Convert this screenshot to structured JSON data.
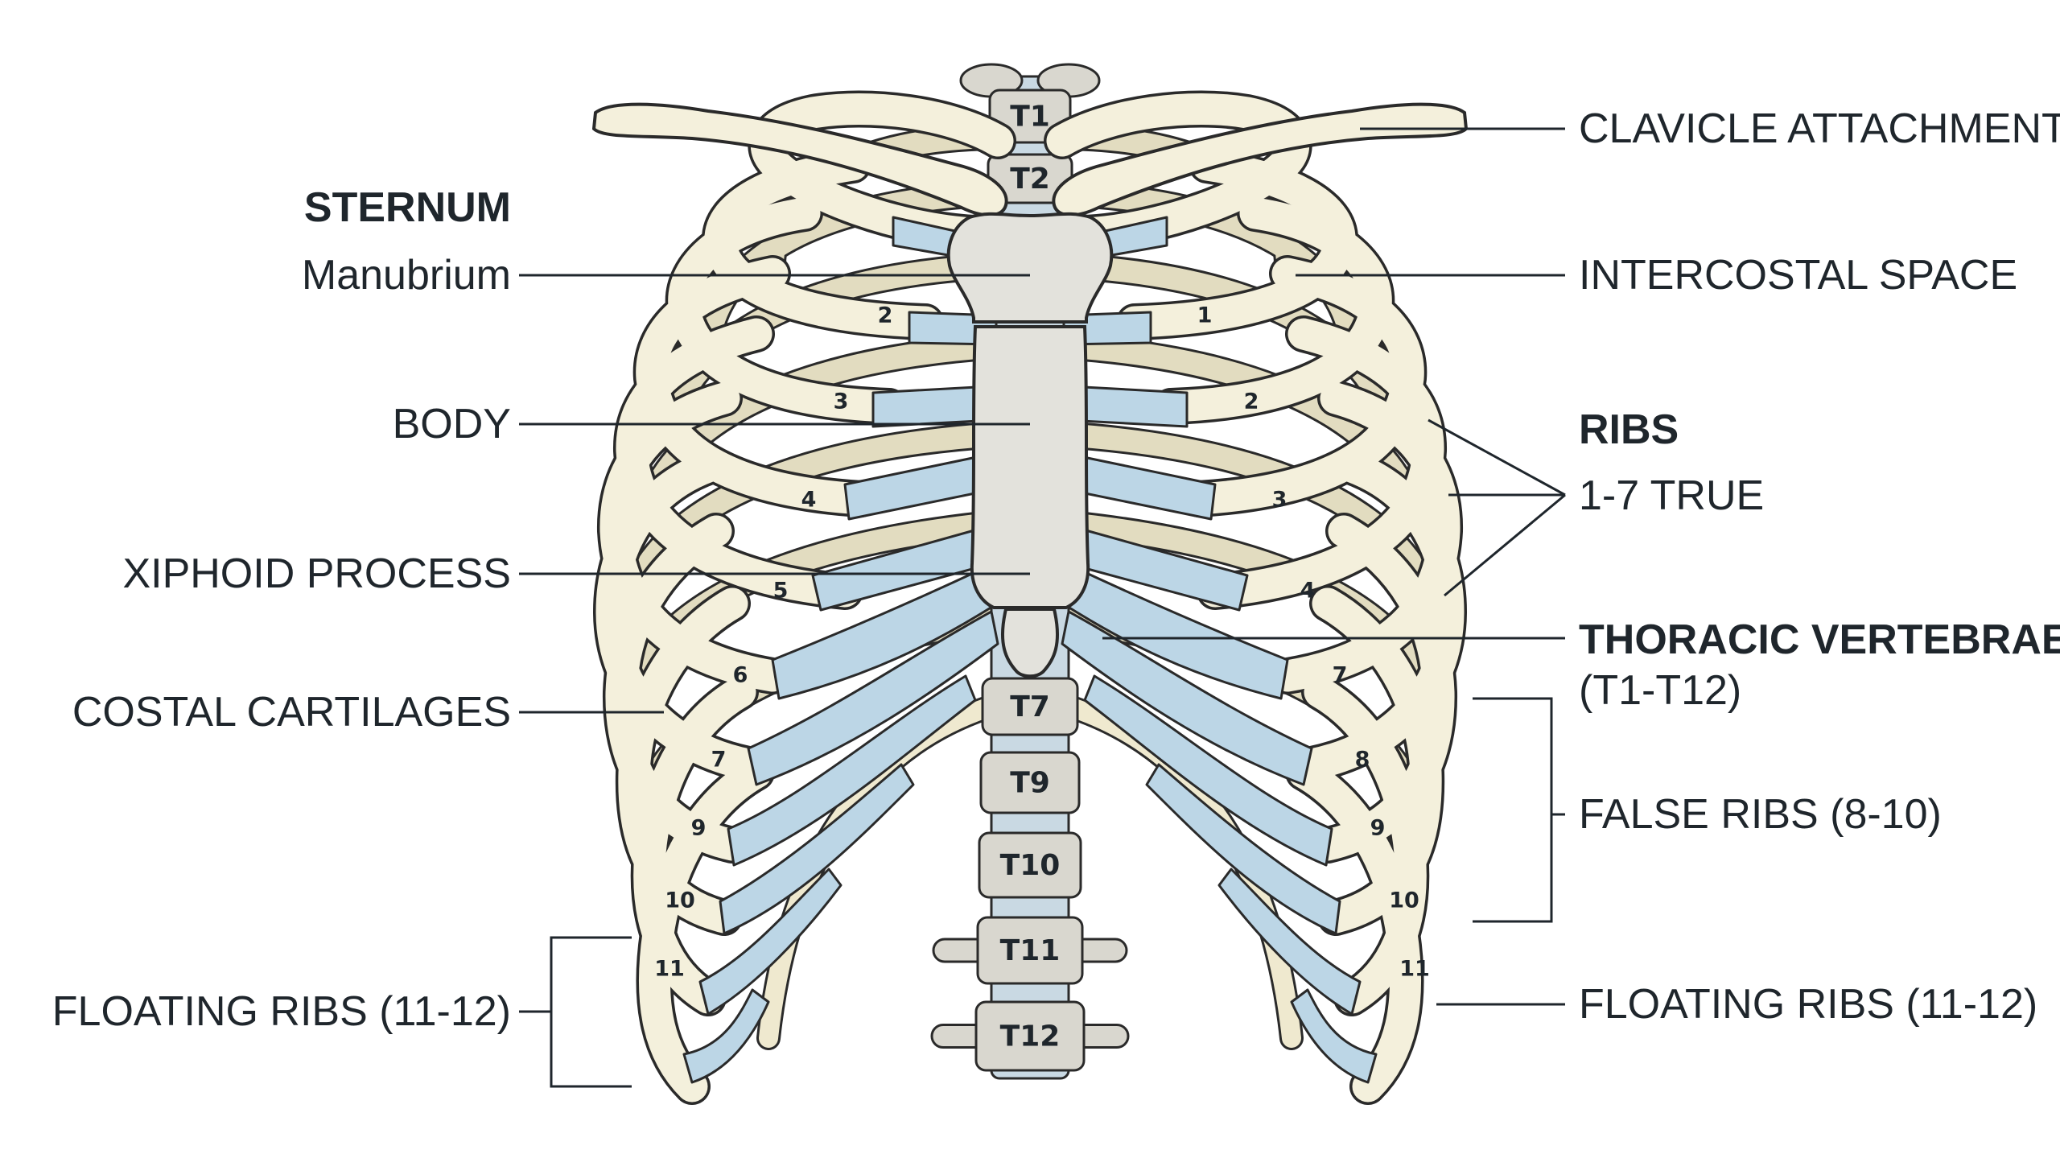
{
  "labels_left": {
    "sternum": "STERNUM",
    "manubrium": "Manubrium",
    "body": "BODY",
    "xiphoid": "XIPHOID PROCESS",
    "costal": "COSTAL CARTILAGES",
    "floating": "FLOATING RIBS (11-12)"
  },
  "labels_right": {
    "clavicle": "CLAVICLE ATTACHMENT",
    "intercostal": "INTERCOSTAL SPACE",
    "ribs": "RIBS",
    "true_ribs": "1-7 TRUE",
    "thoracic": "THORACIC VERTEBRAE",
    "thoracic_range": "(T1-T12)",
    "false_ribs": "FALSE RIBS (8-10)",
    "floating": "FLOATING RIBS (11-12)"
  },
  "vertebrae": [
    "T1",
    "T2",
    "T7",
    "T9",
    "T10",
    "T11",
    "T12"
  ],
  "rib_numbers_left": [
    "2",
    "3",
    "4",
    "5",
    "6",
    "7",
    "9",
    "10",
    "11"
  ],
  "rib_numbers_right": [
    "1",
    "2",
    "3",
    "4",
    "7",
    "8",
    "9",
    "10",
    "11"
  ],
  "colors": {
    "bone": "#f4f0dc",
    "cartilage": "#bcd6e6",
    "sternum": "#e3e2dc",
    "vertebra": "#d9d7cf",
    "outline": "#2a2a2a"
  }
}
